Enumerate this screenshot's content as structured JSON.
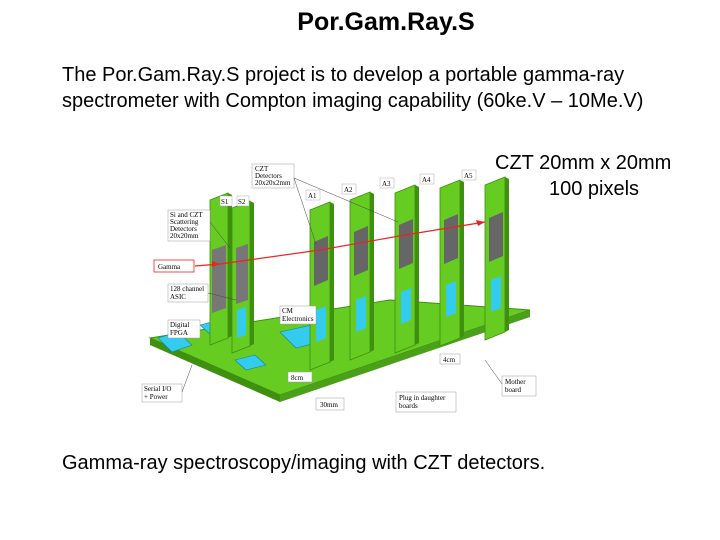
{
  "title": "Por.Gam.Ray.S",
  "intro": "The Por.Gam.Ray.S project is to develop a portable gamma-ray spectrometer with Compton imaging capability (60ke.V – 10Me.V)",
  "czt": {
    "line1": "CZT 20mm x 20mm",
    "line2": "100 pixels"
  },
  "footer": "Gamma-ray spectroscopy/imaging with CZT detectors.",
  "diagram": {
    "plate_labels": [
      "S1",
      "S2",
      "A1",
      "A2",
      "A3",
      "A4",
      "A5"
    ],
    "labels": {
      "czt_detectors": [
        "CZT",
        "Detectors",
        "20x20x2mm"
      ],
      "si_detectors": [
        "Si and CZT",
        "Scattering",
        "Detectors",
        "20x20mm"
      ],
      "gamma": "Gamma",
      "asic": [
        "128 channel",
        "ASIC"
      ],
      "cm_electronics": [
        "CM",
        "Electronics"
      ],
      "digital_fpga": [
        "Digital",
        "FPGA"
      ],
      "serial_io": [
        "Serial I/O",
        "+ Power"
      ],
      "dim_8cm": "8cm",
      "dim_4cm": "4cm",
      "dim_30mm": "30mm",
      "plug_daughter": [
        "Plug in daughter",
        "boards"
      ],
      "mother_board": [
        "Mother",
        "board"
      ]
    },
    "colors": {
      "board": "#66cc22",
      "board_dark": "#3f8f10",
      "chip": "#33ccee",
      "detector": "#666666",
      "ray": "#ee2222"
    }
  }
}
